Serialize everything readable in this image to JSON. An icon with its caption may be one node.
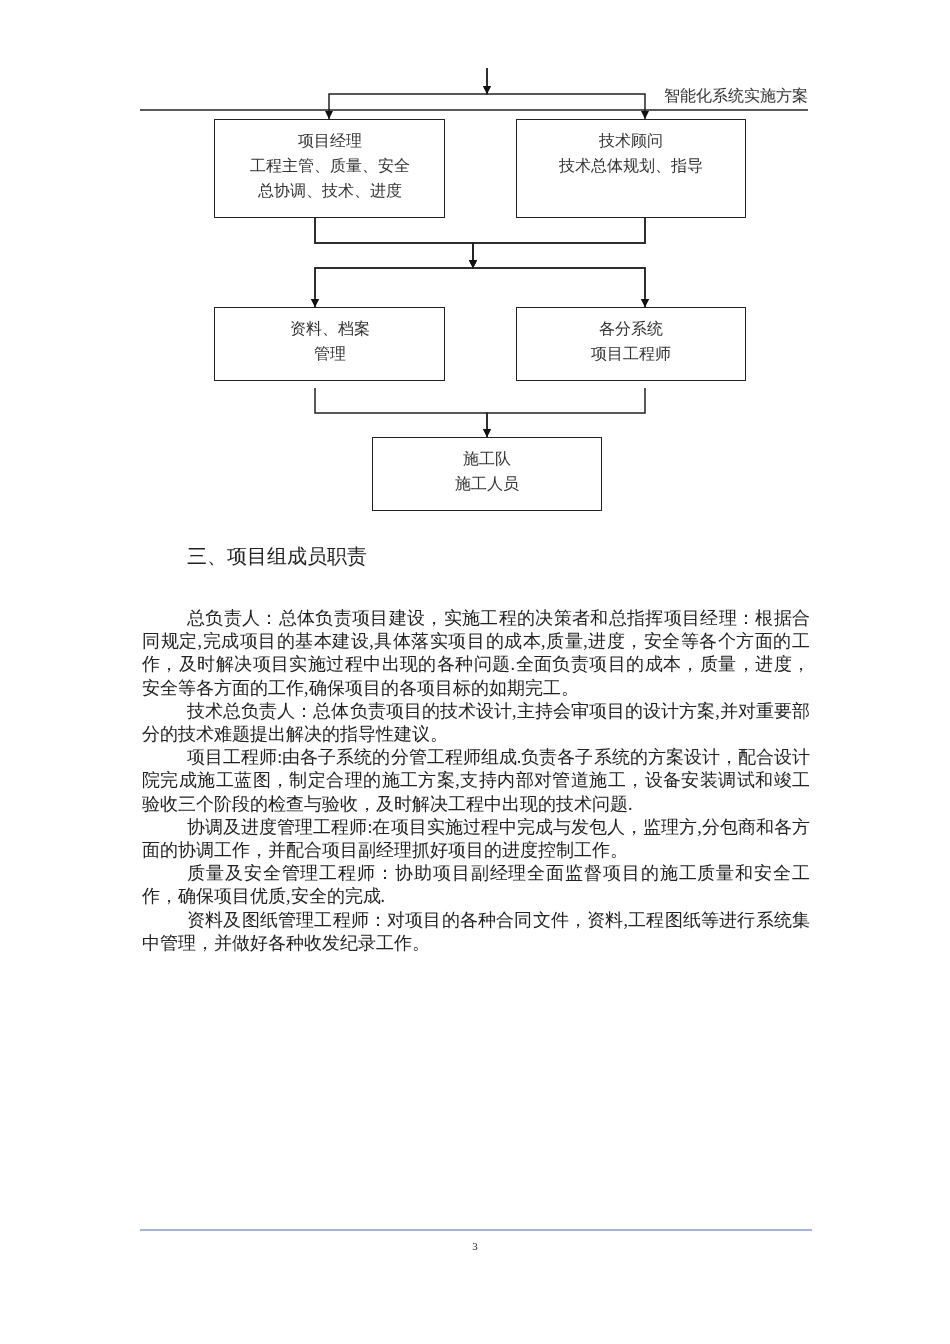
{
  "diagram": {
    "nodes": [
      {
        "text": [
          "项目经理",
          "工程主管、质量、安全",
          "总协调、技术、进度"
        ]
      },
      {
        "text": [
          "技术顾问",
          "技术总体规划、指导"
        ]
      },
      {
        "text": [
          "资料、档案",
          "管理"
        ]
      },
      {
        "text": [
          "各分系统",
          "项目工程师"
        ]
      },
      {
        "text": [
          "施工队",
          "施工人员"
        ]
      }
    ],
    "edges": [
      {
        "from": null,
        "to": 0,
        "arrow": "to"
      },
      {
        "from": null,
        "to": 1,
        "arrow": "to"
      },
      {
        "from": 0,
        "to": 2,
        "arrow": "to"
      },
      {
        "from": 0,
        "to": 3,
        "arrow": "to"
      },
      {
        "from": 1,
        "to": 2,
        "arrow": "to"
      },
      {
        "from": 1,
        "to": 3,
        "arrow": "to"
      },
      {
        "from": 2,
        "to": 4,
        "arrow": "to"
      },
      {
        "from": 3,
        "to": 4,
        "arrow": "to"
      }
    ],
    "labels": [
      "智能化系统实施方案",
      "三、项目组成员职责",
      "总负责人：总体负责项目建设，实施工程的决策者和总指挥项目经理：根据合同规定,完成项目的基本建设,具体落实项目的成本,质量,进度，安全等各个方面的工作，及时解决项目实施过程中出现的各种问题.全面负责项目的成本，质量，进度，安全等各方面的工作,确保项目的各项目标的如期完工。",
      "技术总负责人：总体负责项目的技术设计,主持会审项目的设计方案,并对重要部分的技术难题提出解决的指导性建议。",
      "项目工程师:由各子系统的分管工程师组成.负责各子系统的方案设计，配合设计院完成施工蓝图，制定合理的施工方案,支持内部对管道施工，设备安装调试和竣工验收三个阶段的检查与验收，及时解决工程中出现的技术问题.",
      "协调及进度管理工程师:在项目实施过程中完成与发包人，监理方,分包商和各方面的协调工作，并配合项目副经理抓好项目的进度控制工作。",
      "质量及安全管理工程师：协助项目副经理全面监督项目的施工质量和安全工作，确保项目优质,安全的完成.",
      "资料及图纸管理工程师：对项目的各种合同文件，资料,工程图纸等进行系统集中管理，并做好各种收发纪录工作。",
      "3"
    ]
  }
}
